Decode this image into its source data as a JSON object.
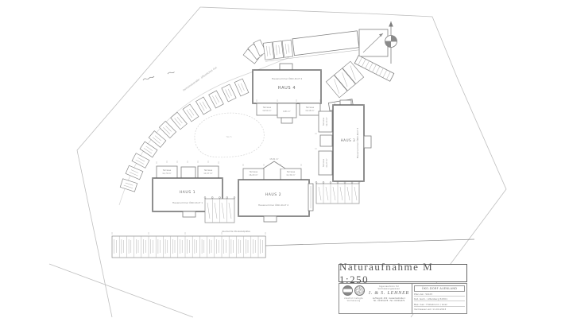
{
  "title_block": {
    "title": "Naturaufnahme M 1:250",
    "stamp": {
      "profession": "Ingenieurbüro für Vermessungswesen",
      "firm_name": "I. & S. LEHNER",
      "address": "Auftrag-Nr. 409 · Gewerbestraße 1",
      "contact": "Tel.: 02345/678 · Fax: 02345/679",
      "seal_caption": "staatlich befugte Vermessung"
    },
    "info": {
      "project": "ÖKO-DORF AUENLAND",
      "plan_no": "Plan-Gz.:  W123",
      "cadastre": "Kat. Gem.:  Altenberg 52301",
      "court": "Bez. Ger.:  Hollabrunn / Graz",
      "surveyed": "Vermessen am 11.04.2013"
    }
  },
  "buildings": {
    "haus1": {
      "name": "HAUS 1",
      "number": "Hausnummer ÖKO-Dorf 1",
      "terrace_left": "11,70 m²",
      "terrace_right": "11,57 m²"
    },
    "haus2": {
      "name": "HAUS 2",
      "number": "Hausnummer ÖKO-Dorf 2",
      "terrace_left": "16,20 m²",
      "terrace_right": "11,34 m²",
      "gable": "15,81 m²"
    },
    "haus3": {
      "name": "HAUS 3",
      "number": "Hausnummer ÖKO-Dorf 3",
      "terrace_top": "12,10 m²",
      "terrace_bottom": "14,27 m²"
    },
    "haus4": {
      "name": "HAUS 4",
      "number": "Hausnummer ÖKO-Dorf 4",
      "terrace_left": "10,50 m²",
      "terrace_right": "10,18 m²",
      "porch": "9,81 m²"
    }
  },
  "labels": {
    "terrasse": "Terrasse",
    "road": "Gemeindestraße · öffentliches Gut",
    "pond": "Teich",
    "parking_note": "überdachte Kfz-Abstellplätze"
  },
  "colors": {
    "ink": "#5e5e5e",
    "light_ink": "#8a8a8a",
    "boundary": "#bfbfbf",
    "paper": "#ffffff"
  }
}
